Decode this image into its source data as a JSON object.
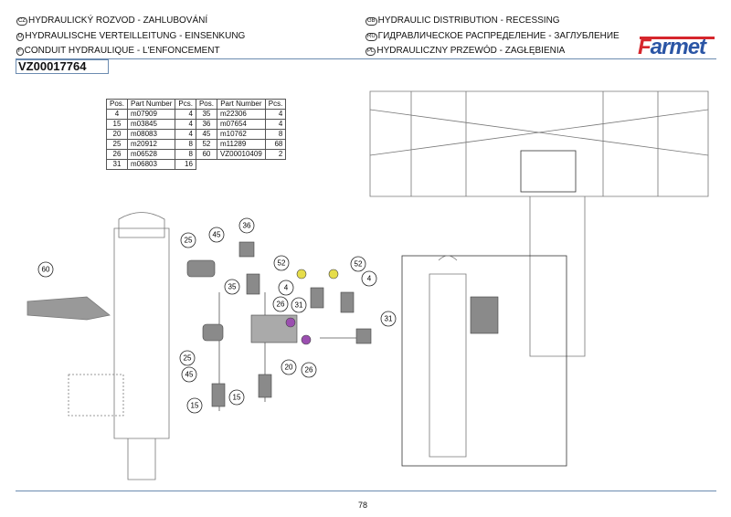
{
  "header": {
    "titles_left": [
      {
        "lang": "CZ",
        "text": "HYDRAULICKÝ ROZVOD - ZAHLUBOVÁNÍ"
      },
      {
        "lang": "D",
        "text": "HYDRAULISCHE VERTEILLEITUNG - EINSENKUNG"
      },
      {
        "lang": "F",
        "text": "CONDUIT HYDRAULIQUE - L'ENFONCEMENT"
      }
    ],
    "titles_right": [
      {
        "lang": "GB",
        "text": "HYDRAULIC DISTRIBUTION - RECESSING"
      },
      {
        "lang": "RU",
        "text": "ГИДРАВЛИЧЕСКОЕ РАСПРЕДЕЛЕНИЕ - ЗАГЛУБЛЕНИЕ"
      },
      {
        "lang": "PL",
        "text": "HYDRAULICZNY PRZEWÓD - ZAGŁĘBIENIA"
      }
    ],
    "code": "VZ00017764",
    "logo": "Farmet"
  },
  "table": {
    "headers": [
      "Pos.",
      "Part Number",
      "Pcs.",
      "Pos.",
      "Part Number",
      "Pcs."
    ],
    "rows": [
      [
        "4",
        "m07909",
        "4",
        "35",
        "m22306",
        "4"
      ],
      [
        "15",
        "m03845",
        "4",
        "36",
        "m07654",
        "4"
      ],
      [
        "20",
        "m08083",
        "4",
        "45",
        "m10762",
        "8"
      ],
      [
        "25",
        "m20912",
        "8",
        "52",
        "m11289",
        "68"
      ],
      [
        "26",
        "m06528",
        "8",
        "60",
        "VZ00010409",
        "2"
      ],
      [
        "31",
        "m06803",
        "16",
        "",
        "",
        " "
      ]
    ]
  },
  "callouts": [
    "60",
    "25",
    "45",
    "36",
    "35",
    "52",
    "52",
    "4",
    "4",
    "26",
    "31",
    "31",
    "25",
    "45",
    "20",
    "26",
    "15",
    "15"
  ],
  "page_number": "78",
  "colors": {
    "accent": "#6b8bb0",
    "logo_red": "#d6262c",
    "logo_blue": "#2a55a5"
  }
}
